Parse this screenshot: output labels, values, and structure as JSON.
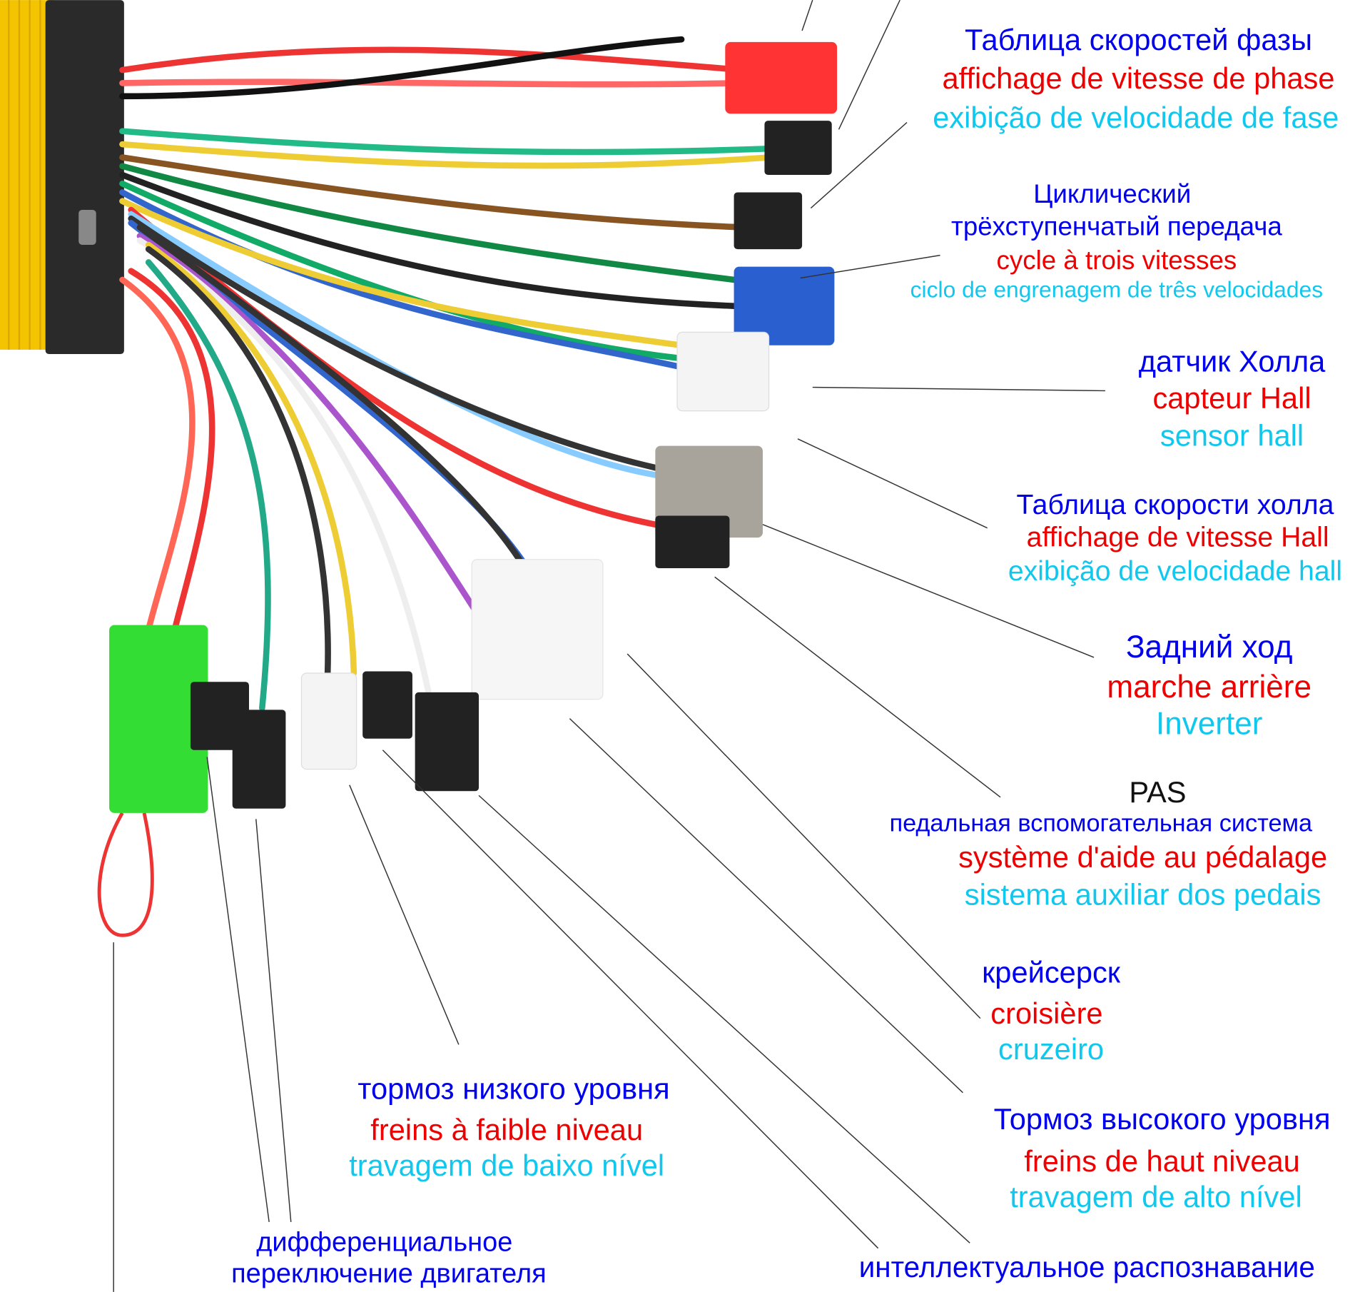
{
  "labels": {
    "phase_speed": {
      "ru": "Таблица скоростей фазы",
      "fr": "affichage de vitesse de phase",
      "pt": "exibição de velocidade de fase"
    },
    "three_speed": {
      "ru1": "Циклический",
      "ru2": "трёхступенчатый передача",
      "fr": "cycle à trois vitesses",
      "pt": "ciclo de engrenagem de três velocidades"
    },
    "hall_sensor": {
      "ru": "датчик Холла",
      "fr": "capteur Hall",
      "pt": "sensor hall"
    },
    "hall_speed": {
      "ru": "Таблица скорости холла",
      "fr": "affichage de vitesse Hall",
      "pt": "exibição de velocidade hall"
    },
    "reverse": {
      "ru": "Задний ход",
      "fr": "marche arrière",
      "pt": "Inverter"
    },
    "pas": {
      "title": "PAS",
      "ru": "педальная вспомогательная система",
      "fr": "système d'aide au pédalage",
      "pt": "sistema auxiliar dos pedais"
    },
    "cruise": {
      "ru": "крейсерск",
      "fr": "croisière",
      "pt": "cruzeiro"
    },
    "low_brake": {
      "ru": "тормоз низкого уровня",
      "fr": "freins à faible niveau",
      "pt": "travagem de baixo nível"
    },
    "high_brake": {
      "ru": "Тормоз высокого уровня",
      "fr": "freins de haut niveau",
      "pt": "travagem de alto nível"
    },
    "differential": {
      "ru1": "дифференциальное",
      "ru2": "переключение двигателя"
    },
    "smart": {
      "ru": "интеллектуальное распознавание"
    }
  },
  "colors": {
    "russian": "#0000ee",
    "french": "#ee0000",
    "portuguese": "#10c8ee",
    "controller": "#f5c400"
  }
}
